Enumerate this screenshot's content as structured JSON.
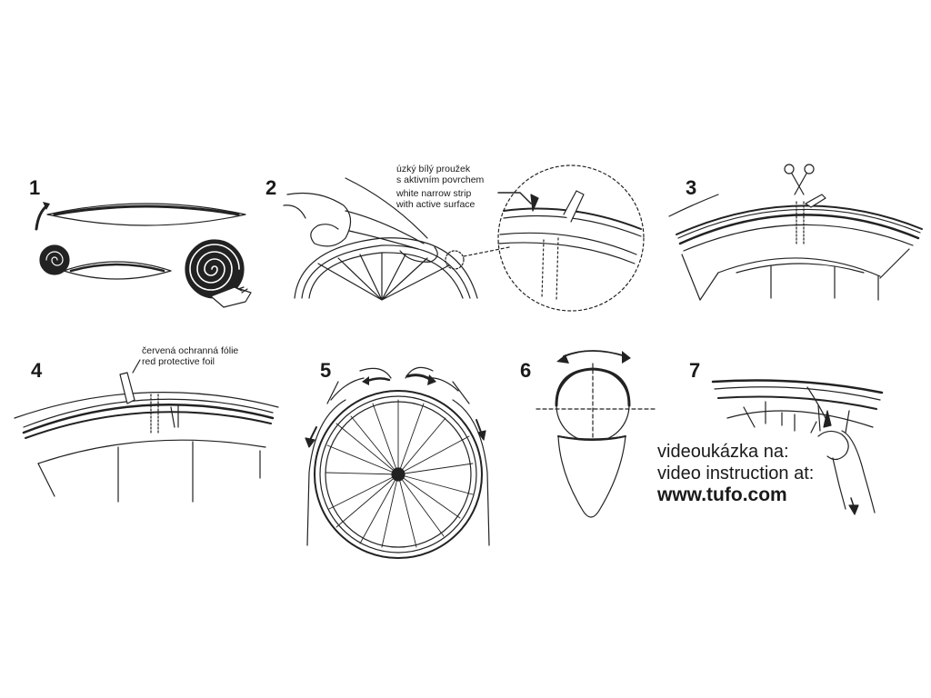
{
  "steps": [
    {
      "number": "1"
    },
    {
      "number": "2"
    },
    {
      "number": "3"
    },
    {
      "number": "4"
    },
    {
      "number": "5"
    },
    {
      "number": "6"
    },
    {
      "number": "7"
    }
  ],
  "callouts": {
    "strip_cz_line1": "úzký bílý proužek",
    "strip_cz_line2": "s aktivním povrchem",
    "strip_en_line1": "white narrow strip",
    "strip_en_line2": "with active surface",
    "foil_cz": "červená ochranná fólie",
    "foil_en": "red protective foil"
  },
  "video": {
    "line1": "videoukázka na:",
    "line2": "video instruction at:",
    "url": "www.tufo.com"
  }
}
